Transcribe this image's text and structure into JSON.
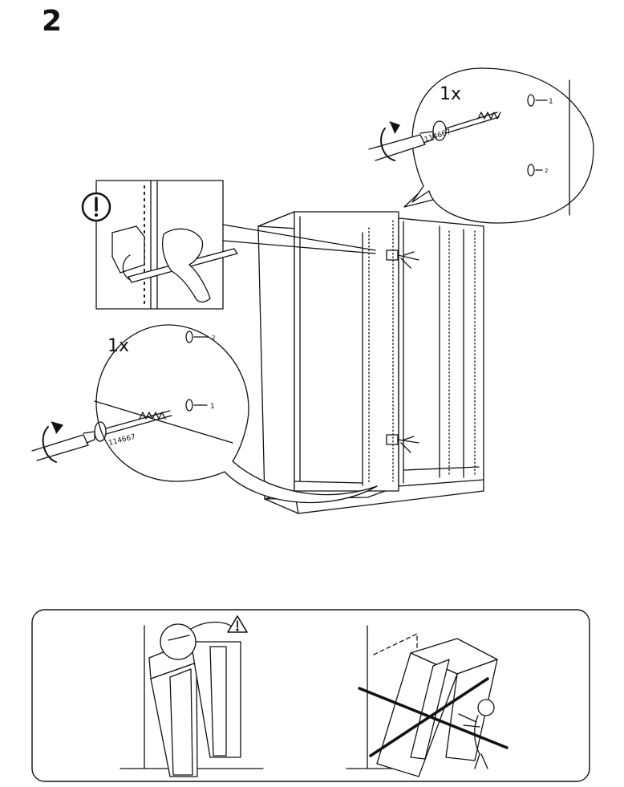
{
  "step": {
    "number": "2"
  },
  "callout_top": {
    "quantity": "1x",
    "part_number": "114667",
    "hole_1": "1",
    "hole_2": "2"
  },
  "callout_bottom": {
    "quantity": "1x",
    "part_number": "114667",
    "hole_1": "1",
    "hole_2": "2"
  },
  "notice_icon": "exclamation-circle-icon",
  "warning_icon": "warning-triangle-icon"
}
